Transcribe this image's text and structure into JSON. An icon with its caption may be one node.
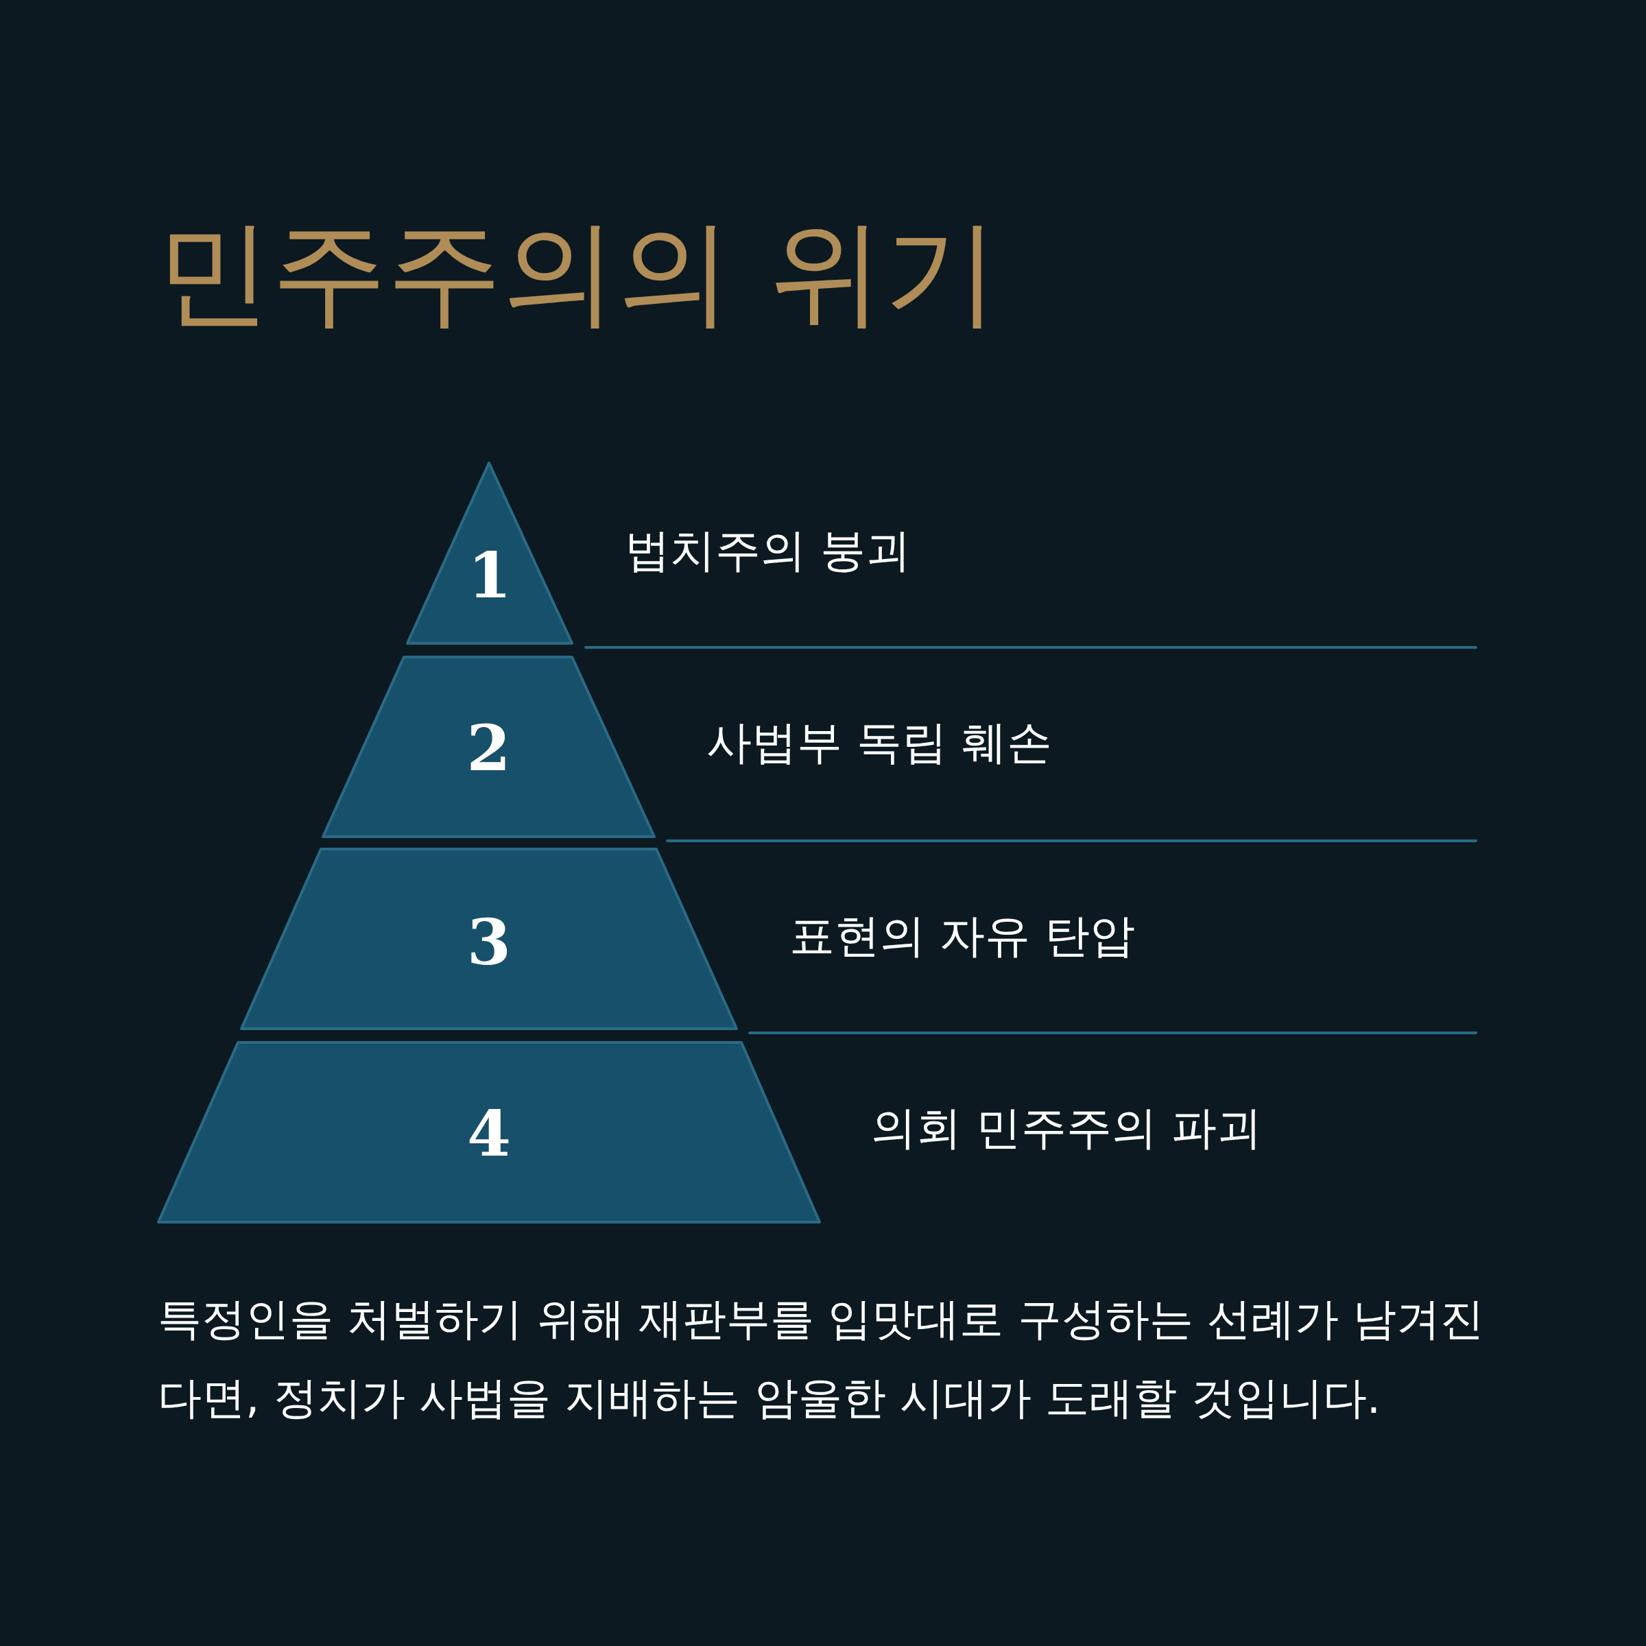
{
  "diagram": {
    "title": "민주주의의 위기",
    "nodes": [
      {
        "text": [
          "1"
        ],
        "beside": [
          "법치주의 붕괴"
        ]
      },
      {
        "text": [
          "2"
        ],
        "beside": [
          "사법부 독립 훼손"
        ]
      },
      {
        "text": [
          "3"
        ],
        "beside": [
          "표현의 자유 탄압"
        ]
      },
      {
        "text": [
          "4"
        ],
        "beside": [
          "의회 민주주의 파괴"
        ]
      }
    ],
    "caption": "특정인을 처벌하기 위해 재판부를 입맛대로 구성하는 선례가 남겨진다면, 정치가 사법을 지배하는 암울한 시대가 도래할 것입니다."
  }
}
